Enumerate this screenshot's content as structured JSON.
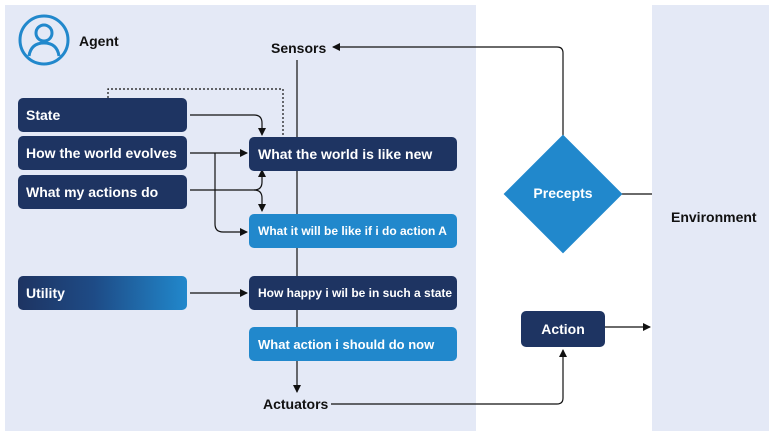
{
  "agent": {
    "title": "Agent",
    "icon": "user-circle-icon"
  },
  "environment": {
    "title": "Environment"
  },
  "sensors": {
    "label": "Sensors"
  },
  "actuators": {
    "label": "Actuators"
  },
  "inputs": {
    "state": "State",
    "world_evolves": "How the world evolves",
    "my_actions": "What my actions do",
    "utility": "Utility"
  },
  "steps": {
    "world_now": "What the world is like new",
    "if_action": "What it will be like if i do action A",
    "how_happy": "How happy i wil be in such a state",
    "what_action": "What action i should do now"
  },
  "precepts": {
    "label": "Precepts"
  },
  "action": {
    "label": "Action"
  },
  "colors": {
    "panel": "#e4e9f6",
    "dark_navy": "#1e3462",
    "accent_blue": "#2188cc"
  }
}
